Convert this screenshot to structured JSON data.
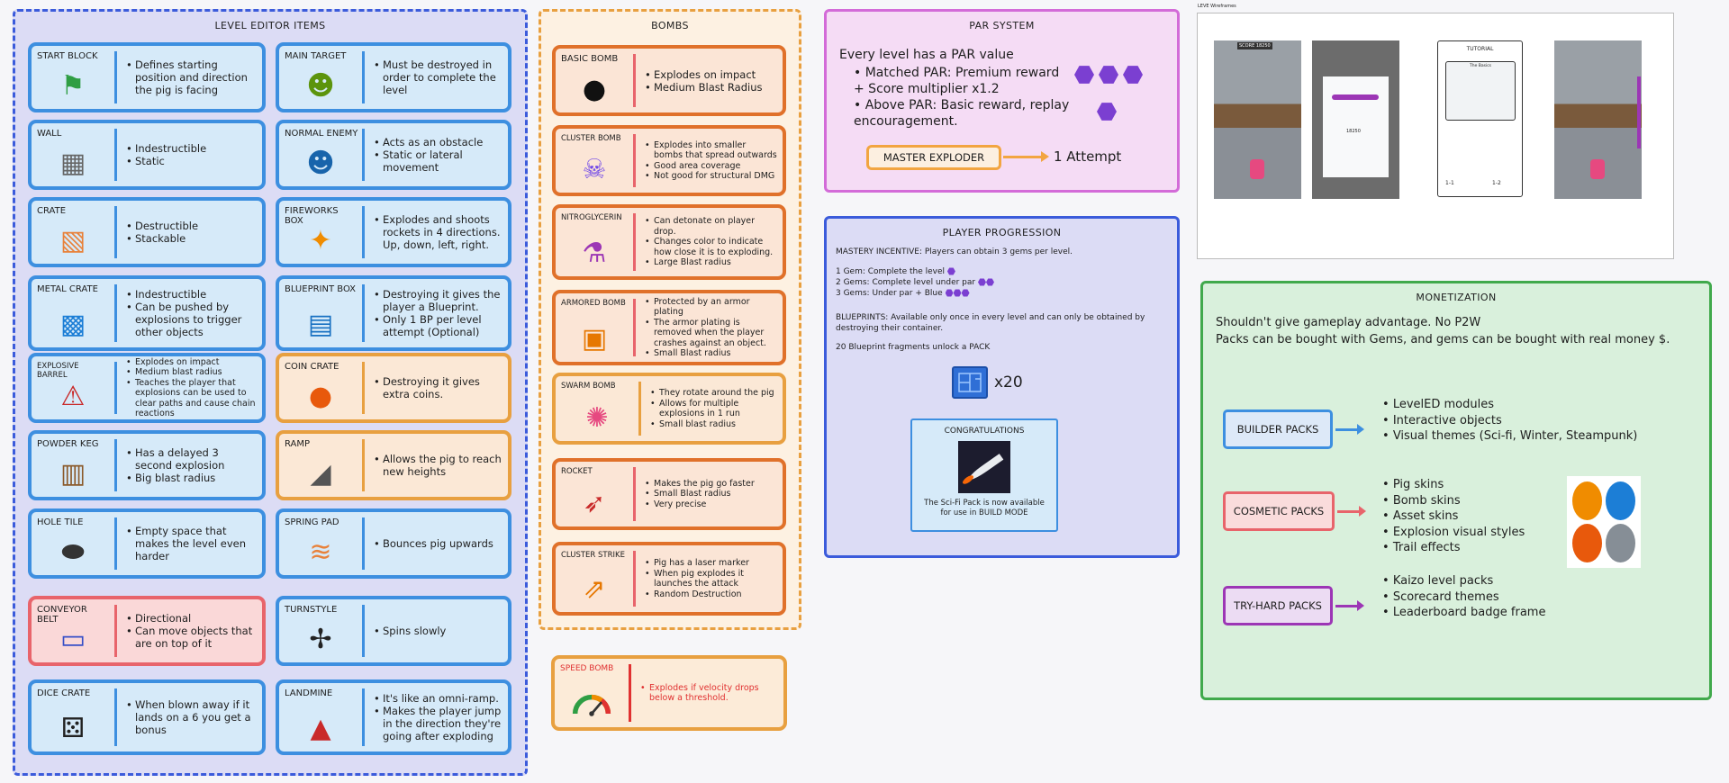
{
  "level_editor": {
    "title": "LEVEL EDITOR ITEMS",
    "items": [
      {
        "label": "START BLOCK",
        "icon": "flag-icon",
        "bullets": [
          "Defines starting position and direction the pig is facing"
        ]
      },
      {
        "label": "MAIN TARGET",
        "icon": "ogre-icon",
        "bullets": [
          "Must be destroyed in order to complete the level"
        ]
      },
      {
        "label": "WALL",
        "icon": "brick-wall-icon",
        "bullets": [
          "Indestructible",
          "Static"
        ]
      },
      {
        "label": "NORMAL ENEMY",
        "icon": "troll-icon",
        "bullets": [
          "Acts as an obstacle",
          "Static or lateral movement"
        ]
      },
      {
        "label": "CRATE",
        "icon": "crate-icon",
        "bullets": [
          "Destructible",
          "Stackable"
        ]
      },
      {
        "label": "FIREWORKS BOX",
        "icon": "fireworks-box-icon",
        "bullets": [
          "Explodes and shoots rockets in 4 directions. Up, down, left, right."
        ]
      },
      {
        "label": "METAL CRATE",
        "icon": "metal-crate-icon",
        "bullets": [
          "Indestructible",
          "Can be pushed by explosions to trigger other objects"
        ]
      },
      {
        "label": "BLUEPRINT BOX",
        "icon": "blueprint-icon",
        "bullets": [
          "Destroying it gives the player a Blueprint.",
          "Only 1 BP per level attempt (Optional)"
        ]
      },
      {
        "label": "EXPLOSIVE BARREL",
        "icon": "explosive-barrel-icon",
        "bullets": [
          "Explodes on impact",
          "Medium blast radius",
          "Teaches the player that explosions can be used to clear paths and cause chain reactions"
        ]
      },
      {
        "label": "COIN CRATE",
        "icon": "coin-crate-icon",
        "bullets": [
          "Destroying it gives extra coins."
        ]
      },
      {
        "label": "POWDER KEG",
        "icon": "barrel-icon",
        "bullets": [
          "Has a delayed 3 second explosion",
          "Big blast radius"
        ]
      },
      {
        "label": "RAMP",
        "icon": "ramp-icon",
        "bullets": [
          "Allows the pig to reach new heights"
        ]
      },
      {
        "label": "HOLE TILE",
        "icon": "hole-icon",
        "bullets": [
          "Empty space that makes the level even harder"
        ]
      },
      {
        "label": "SPRING PAD",
        "icon": "spring-icon",
        "bullets": [
          "Bounces pig upwards"
        ]
      },
      {
        "label": "CONVEYOR BELT",
        "icon": "conveyor-icon",
        "bullets": [
          "Directional",
          "Can move objects that are on top of it"
        ]
      },
      {
        "label": "TURNSTYLE",
        "icon": "turnstile-icon",
        "bullets": [
          "Spins slowly"
        ]
      },
      {
        "label": "DICE CRATE",
        "icon": "dice-icon",
        "bullets": [
          "When blown away if it lands on a 6 you get a bonus"
        ]
      },
      {
        "label": "LANDMINE",
        "icon": "landmine-icon",
        "bullets": [
          "It's like an omni-ramp.",
          "Makes the player jump in the direction they're going after exploding"
        ]
      }
    ]
  },
  "bombs": {
    "title": "BOMBS",
    "items": [
      {
        "label": "BASIC BOMB",
        "icon": "bomb-icon",
        "bullets": [
          "Explodes on impact",
          "Medium Blast Radius"
        ]
      },
      {
        "label": "CLUSTER BOMB",
        "icon": "cluster-bomb-icon",
        "bullets": [
          "Explodes into smaller bombs that spread outwards",
          "Good area coverage",
          "Not good for structural DMG"
        ]
      },
      {
        "label": "NITROGLYCERIN",
        "icon": "flask-icon",
        "bullets": [
          "Can detonate on player drop.",
          "Changes color to indicate how close it is to exploding.",
          "Large Blast radius"
        ]
      },
      {
        "label": "ARMORED BOMB",
        "icon": "armored-bomb-icon",
        "bullets": [
          "Protected by an armor plating",
          "The armor plating is removed when the player crashes against an object.",
          "Small Blast radius"
        ]
      },
      {
        "label": "SWARM BOMB",
        "icon": "swarm-icon",
        "bullets": [
          "They rotate around the pig",
          "Allows for multiple explosions in 1 run",
          "Small blast radius"
        ]
      },
      {
        "label": "ROCKET",
        "icon": "rocket-icon",
        "bullets": [
          "Makes the pig go faster",
          "Small Blast radius",
          "Very precise"
        ]
      },
      {
        "label": "CLUSTER STRIKE",
        "icon": "missiles-icon",
        "bullets": [
          "Pig has a laser marker",
          "When pig explodes it launches the attack",
          "Random Destruction"
        ]
      }
    ],
    "speed_bomb": {
      "label": "SPEED BOMB",
      "bullets": [
        "Explodes if velocity drops below a threshold."
      ]
    }
  },
  "par": {
    "title": "PAR SYSTEM",
    "intro": "Every level has a PAR value",
    "bullets": [
      "Matched PAR: Premium reward + Score multiplier x1.2",
      "Above PAR: Basic reward, replay encouragement."
    ],
    "badge": "MASTER EXPLODER",
    "result": "1 Attempt"
  },
  "progression": {
    "title": "PLAYER PROGRESSION",
    "incentive": "MASTERY INCENTIVE: Players can obtain 3 gems per level.",
    "gems": [
      "1 Gem: Complete the level",
      "2 Gems: Complete level under par",
      "3 Gems: Under par + Blue"
    ],
    "blueprints": "BLUEPRINTS: Available only once in every level and can only be obtained by destroying their container.",
    "fragments": "20 Blueprint fragments unlock a PACK",
    "multiplier": "x20",
    "congrats_title": "CONGRATULATIONS",
    "congrats_text": "The Sci-Fi Pack is now available for use in BUILD MODE"
  },
  "wireframes": {
    "label": "LEVE Wireframes",
    "score": "SCORE 18250",
    "score2": "18250",
    "tutorial": "TUTORIAL",
    "basics": "The Basics",
    "map_nodes": [
      "1-1",
      "1-2"
    ]
  },
  "monetization": {
    "title": "MONETIZATION",
    "line1": "Shouldn't give gameplay advantage. No P2W",
    "line2": "Packs can be bought with Gems, and gems can be bought with real money $.",
    "packs": [
      {
        "name": "BUILDER PACKS",
        "color": "#3d8fe0",
        "items": [
          "LevelED modules",
          "Interactive objects",
          "Visual themes (Sci-fi, Winter, Steampunk)"
        ]
      },
      {
        "name": "COSMETIC PACKS",
        "color": "#e8646b",
        "items": [
          "Pig skins",
          "Bomb skins",
          "Asset skins",
          "Explosion visual styles",
          "Trail effects"
        ]
      },
      {
        "name": "TRY-HARD PACKS",
        "color": "#9c36b5",
        "items": [
          "Kaizo level packs",
          "Scorecard themes",
          "Leaderboard badge frame"
        ]
      }
    ]
  }
}
